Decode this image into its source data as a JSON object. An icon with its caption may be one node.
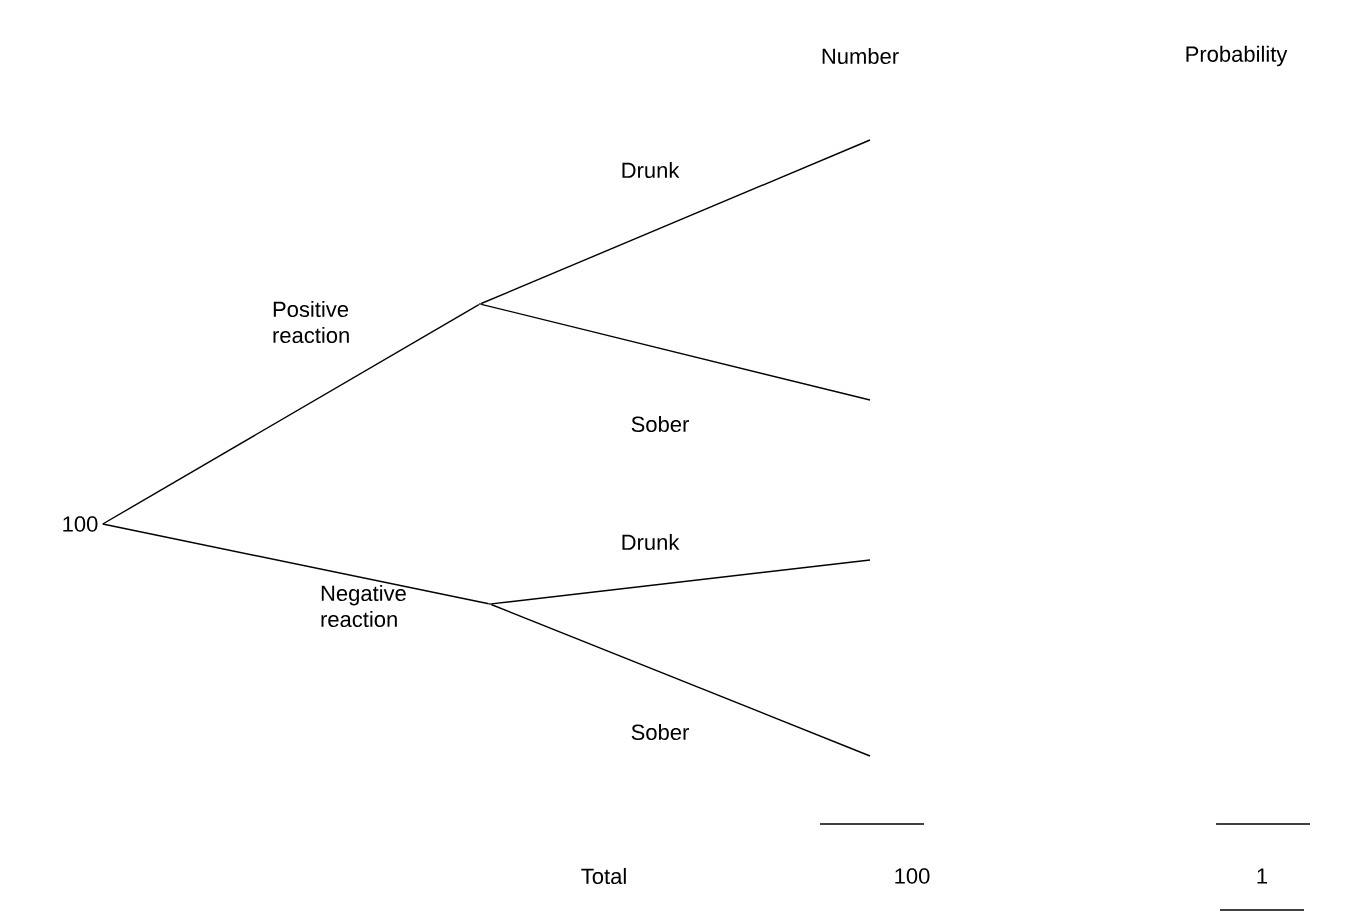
{
  "diagram": {
    "nodes": [
      {
        "text": [
          "100"
        ]
      },
      {
        "text": [],
        "shape": "point"
      },
      {
        "text": [],
        "shape": "point"
      }
    ],
    "edges": [
      {
        "from": 0,
        "to": 1,
        "arrow": "none",
        "label": "Positive reaction"
      },
      {
        "from": 1,
        "to": null,
        "arrow": "none",
        "label": "Drunk"
      },
      {
        "from": 1,
        "to": null,
        "arrow": "none",
        "label": "Sober"
      },
      {
        "from": 0,
        "to": 2,
        "arrow": "none",
        "label": "Negative reaction"
      },
      {
        "from": 2,
        "to": null,
        "arrow": "none",
        "label": "Drunk"
      },
      {
        "from": 2,
        "to": null,
        "arrow": "none",
        "label": "Sober"
      }
    ],
    "labels": [
      "Number",
      "Probability",
      "Total",
      "100",
      "1"
    ]
  }
}
